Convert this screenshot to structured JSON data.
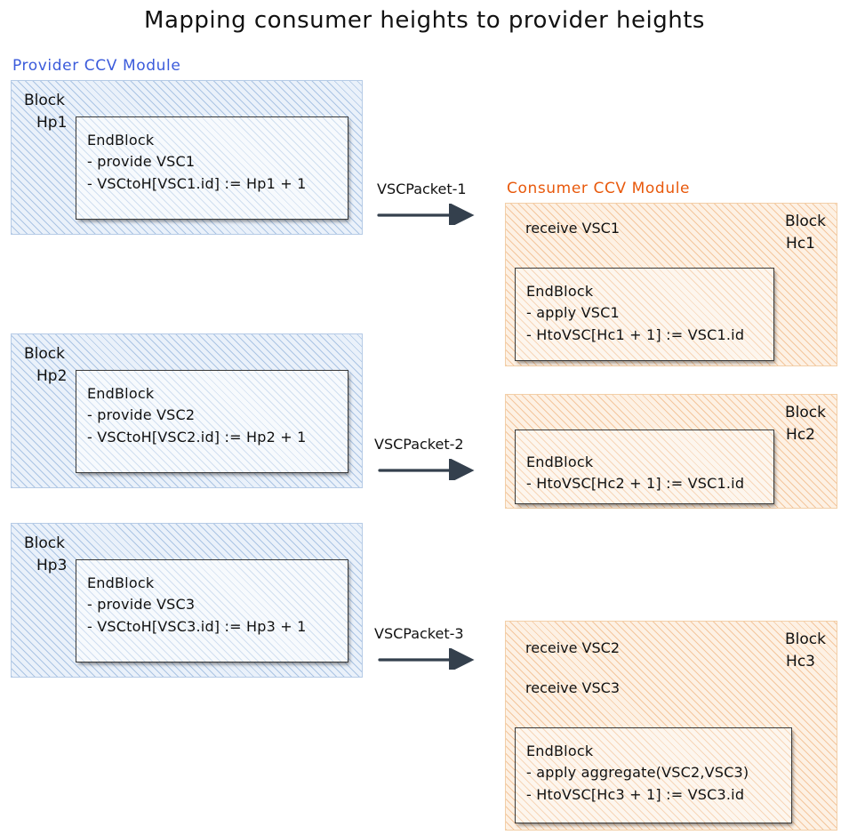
{
  "title": "Mapping consumer heights to provider heights",
  "colors": {
    "provider_accent": "#3b5bdb",
    "consumer_accent": "#e8590c",
    "panel_provider_fill": "#eaf1fa",
    "panel_consumer_fill": "#fdf1e4",
    "text": "#111111",
    "endblock_border": "#3a3a3a"
  },
  "provider_module": {
    "label": "Provider CCV Module",
    "blocks": [
      {
        "block_word": "Block",
        "height_label": "Hp1",
        "endblock": {
          "header": "EndBlock",
          "lines": [
            "- provide VSC1",
            "- VSCtoH[VSC1.id] := Hp1 + 1"
          ]
        }
      },
      {
        "block_word": "Block",
        "height_label": "Hp2",
        "endblock": {
          "header": "EndBlock",
          "lines": [
            "- provide VSC2",
            "- VSCtoH[VSC2.id] := Hp2 + 1"
          ]
        }
      },
      {
        "block_word": "Block",
        "height_label": "Hp3",
        "endblock": {
          "header": "EndBlock",
          "lines": [
            "- provide VSC3",
            "- VSCtoH[VSC3.id] := Hp3 + 1"
          ]
        }
      }
    ]
  },
  "consumer_module": {
    "label": "Consumer CCV Module",
    "blocks": [
      {
        "block_word": "Block",
        "height_label": "Hc1",
        "events": [
          "receive VSC1"
        ],
        "endblock": {
          "header": "EndBlock",
          "lines": [
            "- apply VSC1",
            "- HtoVSC[Hc1 + 1] := VSC1.id"
          ]
        }
      },
      {
        "block_word": "Block",
        "height_label": "Hc2",
        "events": [],
        "endblock": {
          "header": "EndBlock",
          "lines": [
            "- HtoVSC[Hc2 + 1] := VSC1.id"
          ]
        }
      },
      {
        "block_word": "Block",
        "height_label": "Hc3",
        "events": [
          "receive VSC2",
          "receive VSC3"
        ],
        "endblock": {
          "header": "EndBlock",
          "lines": [
            "- apply aggregate(VSC2,VSC3)",
            "- HtoVSC[Hc3 + 1] := VSC3.id"
          ]
        }
      }
    ]
  },
  "arrows": [
    {
      "label": "VSCPacket-1"
    },
    {
      "label": "VSCPacket-2"
    },
    {
      "label": "VSCPacket-3"
    }
  ]
}
